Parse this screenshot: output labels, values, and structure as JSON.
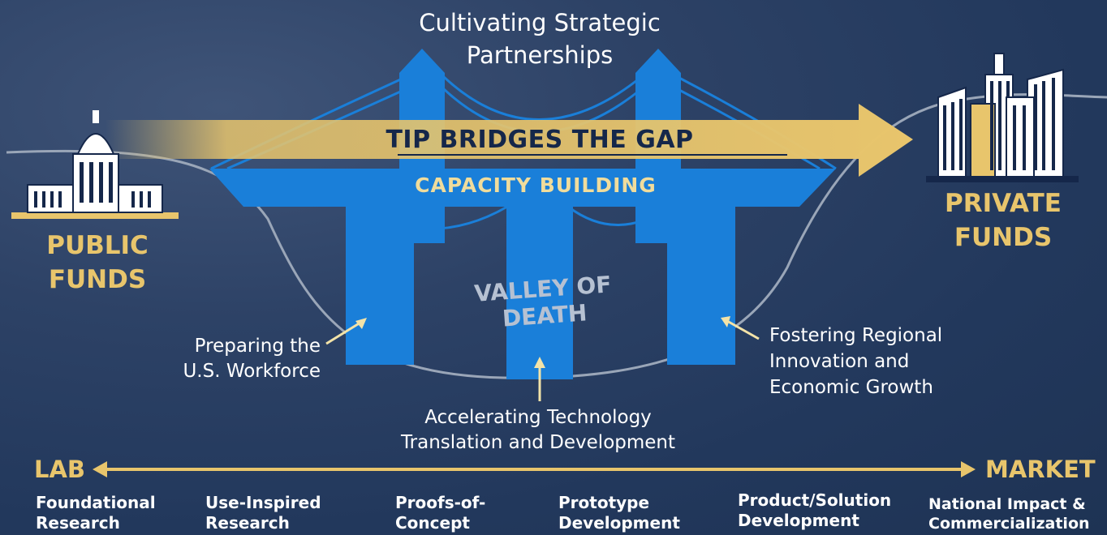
{
  "title_line1": "Cultivating Strategic",
  "title_line2": "Partnerships",
  "banner": "TIP BRIDGES THE GAP",
  "deck_label": "CAPACITY BUILDING",
  "valley_label": "VALLEY OF DEATH",
  "public_funds": [
    "PUBLIC",
    "FUNDS"
  ],
  "private_funds": [
    "PRIVATE",
    "FUNDS"
  ],
  "workforce": [
    "Preparing the",
    "U.S. Workforce"
  ],
  "acceleration": [
    "Accelerating Technology",
    "Translation and Development"
  ],
  "regional": [
    "Fostering Regional",
    "Innovation and",
    "Economic Growth"
  ],
  "lab": "LAB",
  "market": "MARKET",
  "stages": [
    [
      "Foundational",
      "Research"
    ],
    [
      "Use-Inspired",
      "Research"
    ],
    [
      "Proofs-of-",
      "Concept"
    ],
    [
      "Prototype",
      "Development"
    ],
    [
      "Product/Solution",
      "Development"
    ],
    [
      "National Impact &",
      "Commercialization"
    ]
  ],
  "colors": {
    "background": "#22385c",
    "bridge": "#1a7fd9",
    "gold": "#e8c56c",
    "navy": "#15274a"
  }
}
